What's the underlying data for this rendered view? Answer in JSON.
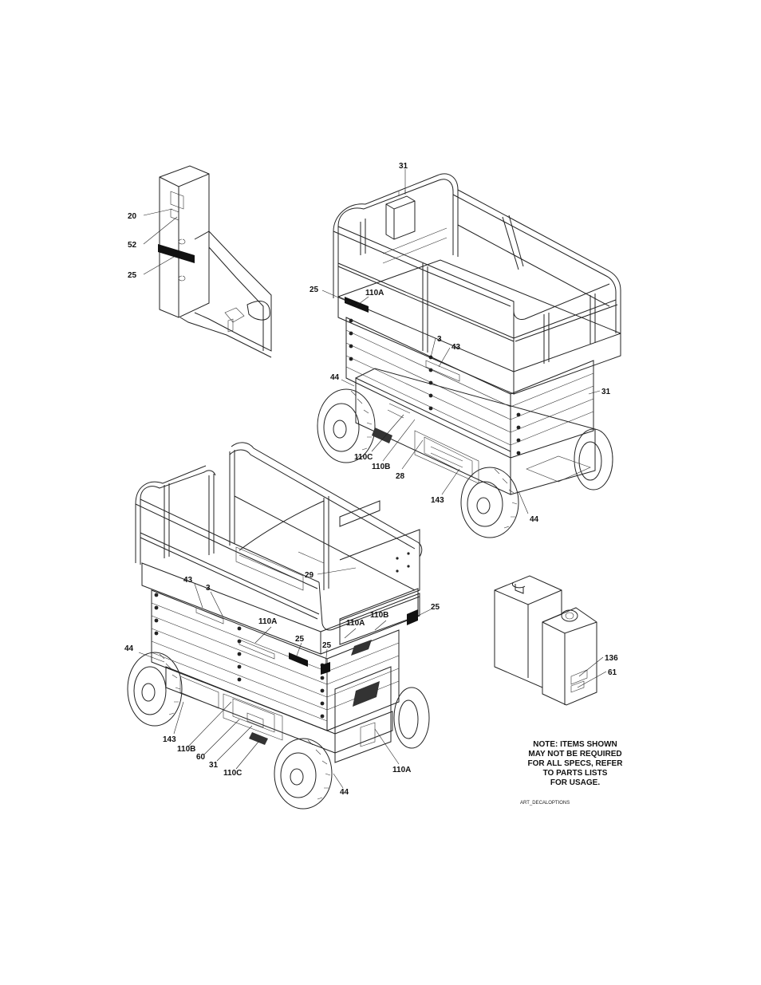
{
  "callouts": {
    "inset_panel": [
      "20",
      "52",
      "25"
    ],
    "upper_lift": [
      "31",
      "25",
      "110A",
      "3",
      "43",
      "44",
      "31",
      "110C",
      "110B",
      "28",
      "143",
      "44"
    ],
    "lower_lift": [
      "29",
      "43",
      "3",
      "110A",
      "110B",
      "110A",
      "25",
      "25",
      "25",
      "44",
      "143",
      "110B",
      "60",
      "31",
      "110C",
      "110A",
      "44"
    ],
    "tank": [
      "136",
      "61"
    ]
  },
  "note": {
    "line1": "NOTE: ITEMS SHOWN",
    "line2": "MAY NOT BE REQUIRED",
    "line3": "FOR ALL SPECS, REFER",
    "line4": "TO PARTS LISTS",
    "line5": "FOR USAGE."
  },
  "art_reference": "ART_DECALOPTIONS"
}
